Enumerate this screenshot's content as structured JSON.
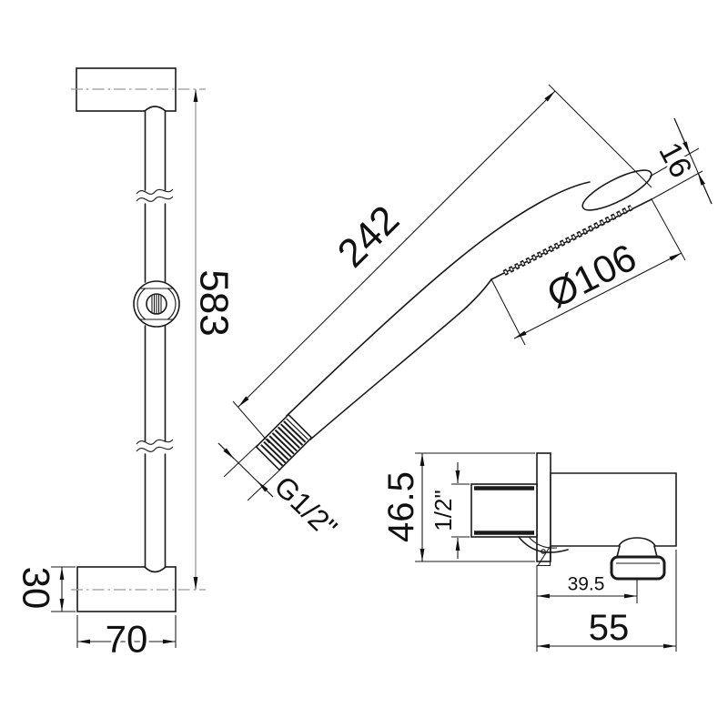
{
  "colors": {
    "line": "#1a1a1a",
    "centerline": "#9a9a9a",
    "background": "#ffffff"
  },
  "views": {
    "slide_bar": {
      "height": "583",
      "end_bracket_height": "30",
      "end_bracket_width": "70"
    },
    "hand_shower": {
      "length": "242",
      "head_thickness": "16",
      "head_face_diameter": "Ø106",
      "connection_thread": "G1/2\""
    },
    "wall_outlet": {
      "overall_height": "46.5",
      "inlet_thread": "1/2\"",
      "outlet_offset": "39.5",
      "overall_depth": "55"
    }
  }
}
